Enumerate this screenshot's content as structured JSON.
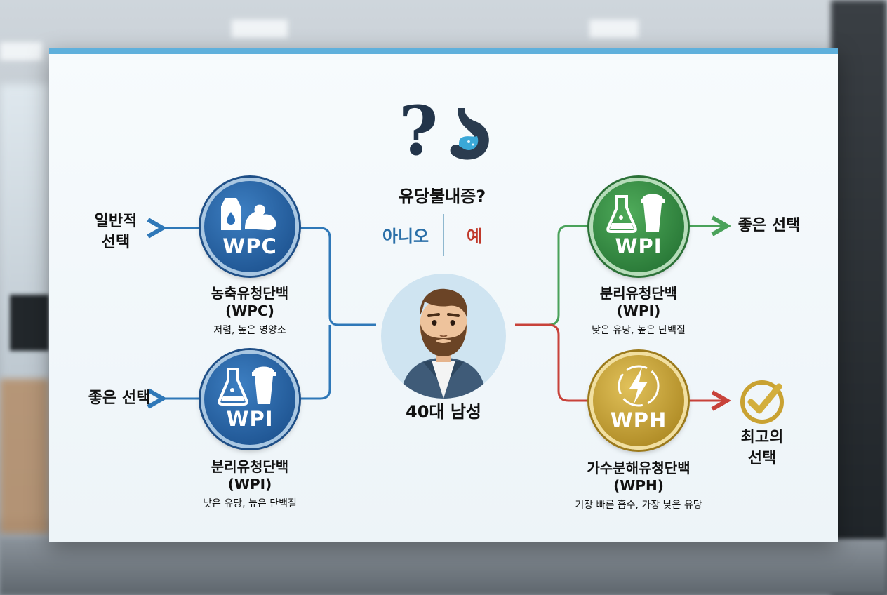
{
  "question": {
    "title": "유당불내증?",
    "no": "아니오",
    "yes": "예"
  },
  "person": {
    "label": "40대 남성"
  },
  "nodes": {
    "wpc": {
      "abbr": "WPC",
      "name": "농축유청단백",
      "code": "(WPC)",
      "desc": "저렴, 높은 영양소",
      "outcome_line1": "일반적",
      "outcome_line2": "선택"
    },
    "wpi_left": {
      "abbr": "WPI",
      "name": "분리유청단백",
      "code": "(WPI)",
      "desc": "낮은 유당, 높은 단백질",
      "outcome": "좋은 선택"
    },
    "wpi_right": {
      "abbr": "WPI",
      "name": "분리유청단백",
      "code": "(WPI)",
      "desc": "낮은 유당, 높은 단백질",
      "outcome": "좋은 선택"
    },
    "wph": {
      "abbr": "WPH",
      "name": "가수분해유청단백",
      "code": "(WPH)",
      "desc": "기장 빠른 흡수, 가장 낮은 유당",
      "outcome_line1": "최고의",
      "outcome_line2": "선택"
    }
  },
  "colors": {
    "no_branch": "#2f78b8",
    "yes_branch_green": "#4aa25a",
    "yes_branch_red": "#c8423a",
    "accent_bar": "#5fb0dc",
    "gold": "#c9a232"
  },
  "icons": [
    "question-mark-icon",
    "stomach-icon",
    "milk-carton-icon",
    "muscle-arm-icon",
    "flask-icon",
    "shake-cup-icon",
    "lightning-bolt-icon",
    "checkmark-icon",
    "person-avatar"
  ]
}
